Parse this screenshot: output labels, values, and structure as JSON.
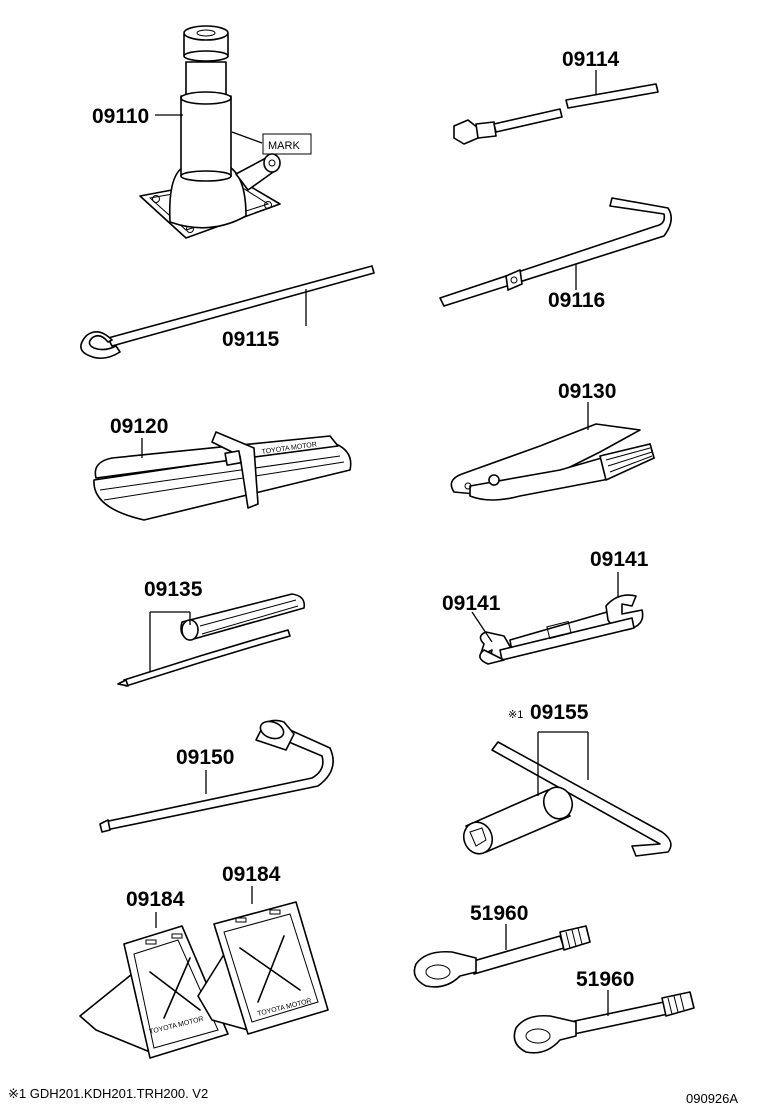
{
  "parts": {
    "jack": "09110",
    "jack_mark": "MARK",
    "handle_extension": "09114",
    "hook_wrench": "09115",
    "jack_handle": "09116",
    "tool_bag": "09120",
    "pliers": "09130",
    "screwdriver": "09135",
    "wrench_upper": "09141",
    "wrench_lower": "09141",
    "lug_wrench": "09150",
    "plug_wrench_mark": "※1",
    "plug_wrench": "09155",
    "chock_left": "09184",
    "chock_right": "09184",
    "tow_eye_upper": "51960",
    "tow_eye_lower": "51960"
  },
  "embossed": {
    "bag_text": "TOYOTA MOTOR",
    "chock_left_text": "TOYOTA MOTOR",
    "chock_right_text": "TOYOTA MOTOR"
  },
  "footer": {
    "note": "※1 GDH201.KDH201.TRH200. V2",
    "code": "090926A"
  }
}
